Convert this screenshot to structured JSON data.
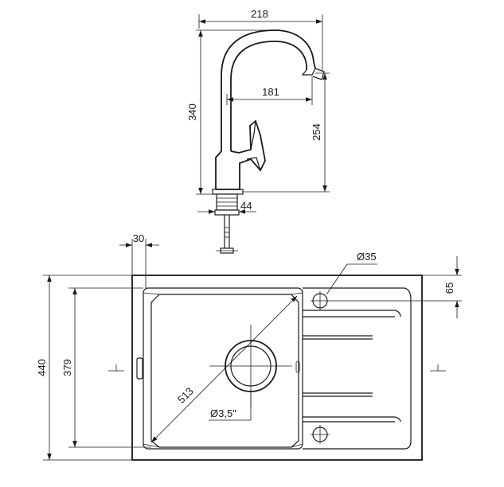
{
  "dimensions": {
    "faucet_width": "218",
    "faucet_height": "340",
    "spout_reach": "181",
    "spout_height": "254",
    "base_diameter": "44",
    "bowl_offset": "30",
    "tap_hole": "Ø35",
    "tap_hole_offset": "65",
    "sink_depth": "440",
    "bowl_depth": "379",
    "bowl_diagonal": "513",
    "drain_size": "Ø3,5\""
  }
}
